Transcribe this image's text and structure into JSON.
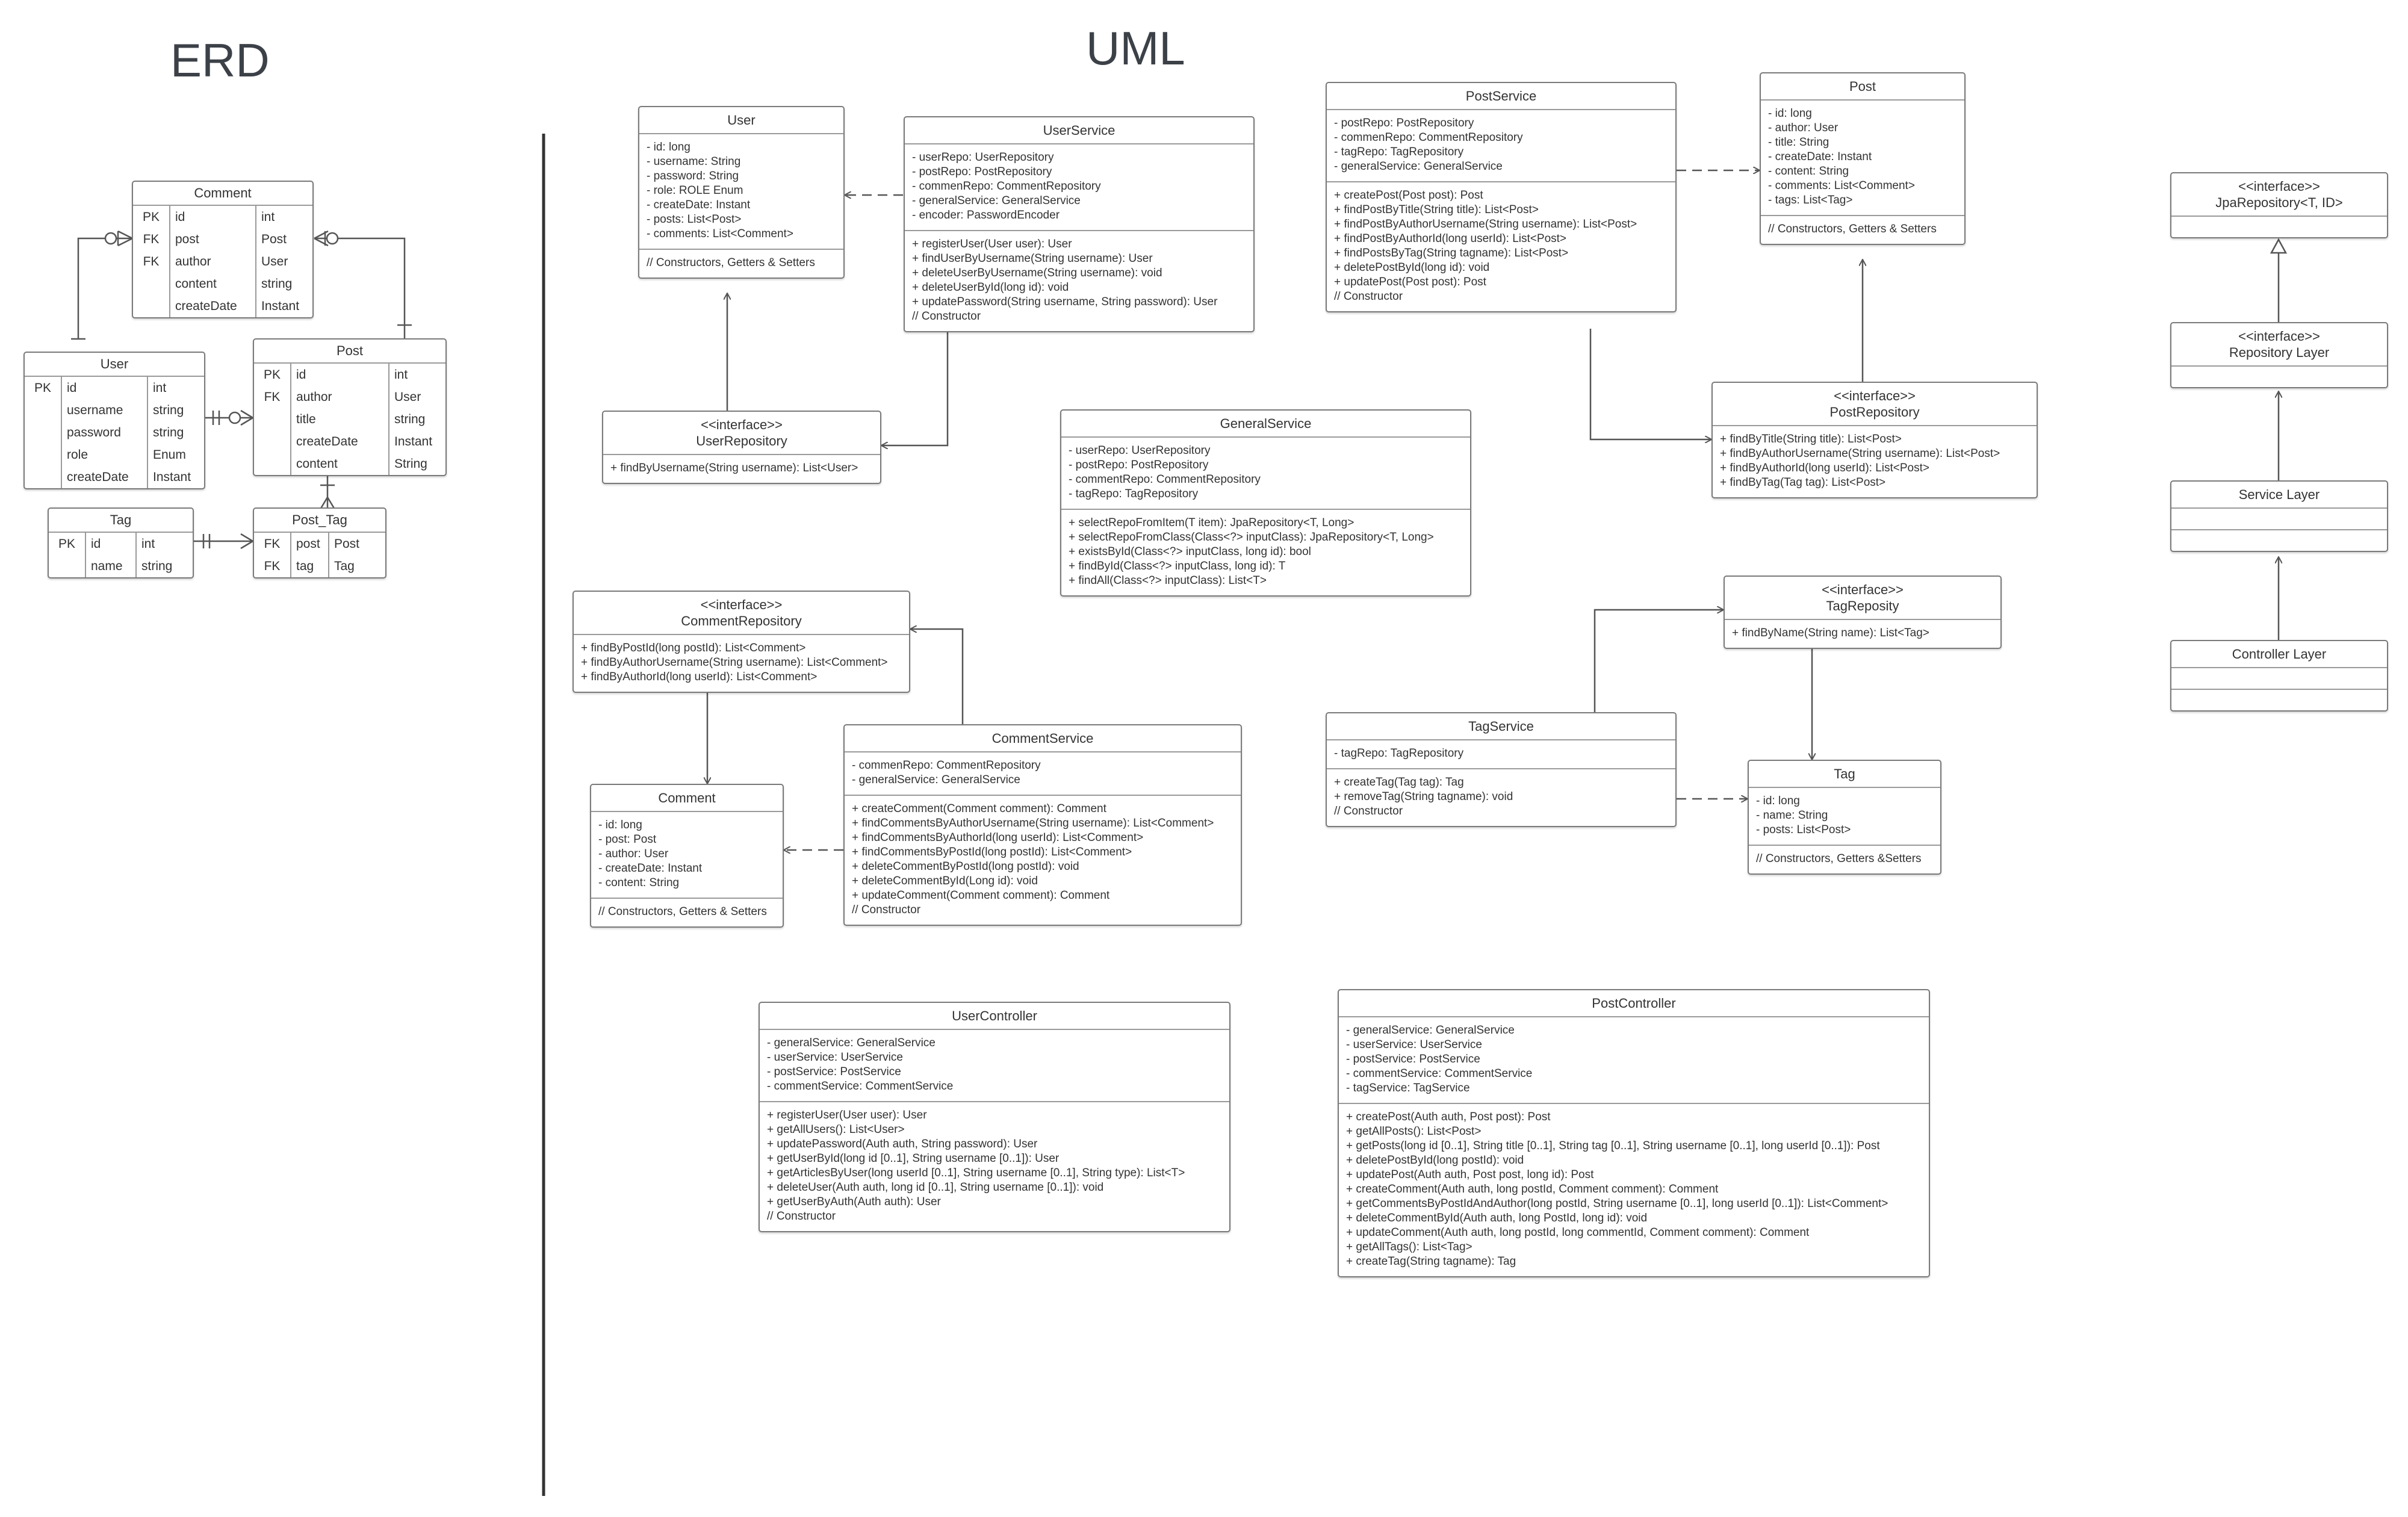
{
  "titles": {
    "erd": "ERD",
    "uml": "UML"
  },
  "colors": {
    "line": "#555555",
    "border": "#7a7a7a",
    "title": "#3c4148"
  },
  "erd": {
    "comment": {
      "name": "Comment",
      "rows": [
        {
          "k": "PK",
          "n": "id",
          "t": "int"
        },
        {
          "k": "FK",
          "n": "post",
          "t": "Post"
        },
        {
          "k": "FK",
          "n": "author",
          "t": "User"
        },
        {
          "k": "",
          "n": "content",
          "t": "string"
        },
        {
          "k": "",
          "n": "createDate",
          "t": "Instant"
        }
      ]
    },
    "user": {
      "name": "User",
      "rows": [
        {
          "k": "PK",
          "n": "id",
          "t": "int"
        },
        {
          "k": "",
          "n": "username",
          "t": "string"
        },
        {
          "k": "",
          "n": "password",
          "t": "string"
        },
        {
          "k": "",
          "n": "role",
          "t": "Enum"
        },
        {
          "k": "",
          "n": "createDate",
          "t": "Instant"
        }
      ]
    },
    "post": {
      "name": "Post",
      "rows": [
        {
          "k": "PK",
          "n": "id",
          "t": "int"
        },
        {
          "k": "FK",
          "n": "author",
          "t": "User"
        },
        {
          "k": "",
          "n": "title",
          "t": "string"
        },
        {
          "k": "",
          "n": "createDate",
          "t": "Instant"
        },
        {
          "k": "",
          "n": "content",
          "t": "String"
        }
      ]
    },
    "tag": {
      "name": "Tag",
      "rows": [
        {
          "k": "PK",
          "n": "id",
          "t": "int"
        },
        {
          "k": "",
          "n": "name",
          "t": "string"
        }
      ]
    },
    "post_tag": {
      "name": "Post_Tag",
      "rows": [
        {
          "k": "FK",
          "n": "post",
          "t": "Post"
        },
        {
          "k": "FK",
          "n": "tag",
          "t": "Tag"
        }
      ]
    }
  },
  "uml": {
    "user": {
      "title": [
        "User"
      ],
      "sections": [
        [
          "- id: long",
          "- username: String",
          "- password: String",
          "- role: ROLE Enum",
          "- createDate: Instant",
          "- posts: List<Post>",
          "- comments: List<Comment>"
        ],
        [
          "// Constructors, Getters & Setters"
        ]
      ]
    },
    "user_service": {
      "title": [
        "UserService"
      ],
      "sections": [
        [
          "- userRepo: UserRepository",
          "- postRepo: PostRepository",
          "- commenRepo: CommentRepository",
          "- generalService: GeneralService",
          "- encoder: PasswordEncoder"
        ],
        [
          "+ registerUser(User user): User",
          "+ findUserByUsername(String username): User",
          "+ deleteUserByUsername(String username): void",
          "+ deleteUserById(long id): void",
          "+ updatePassword(String username, String password): User",
          "// Constructor"
        ]
      ]
    },
    "user_repository": {
      "title": [
        "<<interface>>",
        "UserRepository"
      ],
      "sections": [
        [
          "+ findByUsername(String username): List<User>"
        ]
      ]
    },
    "post_service": {
      "title": [
        "PostService"
      ],
      "sections": [
        [
          "- postRepo: PostRepository",
          "- commenRepo: CommentRepository",
          "- tagRepo: TagRepository",
          "- generalService: GeneralService"
        ],
        [
          "+ createPost(Post post): Post",
          "+ findPostByTitle(String title): List<Post>",
          "+ findPostByAuthorUsername(String username): List<Post>",
          "+ findPostByAuthorId(long userId): List<Post>",
          "+ findPostsByTag(String tagname): List<Post>",
          "+ deletePostById(long id): void",
          "+ updatePost(Post post): Post",
          "// Constructor"
        ]
      ]
    },
    "post": {
      "title": [
        "Post"
      ],
      "sections": [
        [
          "- id: long",
          "- author: User",
          "- title: String",
          "- createDate: Instant",
          "- content: String",
          "- comments: List<Comment>",
          "- tags: List<Tag>"
        ],
        [
          "// Constructors, Getters & Setters"
        ]
      ]
    },
    "post_repository": {
      "title": [
        "<<interface>>",
        "PostRepository"
      ],
      "sections": [
        [
          "+ findByTitle(String title): List<Post>",
          "+ findByAuthorUsername(String username): List<Post>",
          "+ findByAuthorId(long userId): List<Post>",
          "+ findByTag(Tag tag): List<Post>"
        ]
      ]
    },
    "general_service": {
      "title": [
        "GeneralService"
      ],
      "sections": [
        [
          "- userRepo: UserRepository",
          "- postRepo: PostRepository",
          "- commentRepo: CommentRepository",
          "- tagRepo: TagRepository"
        ],
        [
          "+ selectRepoFromItem(T item): JpaRepository<T, Long>",
          "+ selectRepoFromClass(Class<?> inputClass): JpaRepository<T, Long>",
          "+ existsById(Class<?> inputClass, long id): bool",
          "+ findById(Class<?> inputClass, long id): T",
          "+ findAll(Class<?> inputClass): List<T>"
        ]
      ]
    },
    "comment_repository": {
      "title": [
        "<<interface>>",
        "CommentRepository"
      ],
      "sections": [
        [
          "+ findByPostId(long postId): List<Comment>",
          "+ findByAuthorUsername(String username): List<Comment>",
          "+ findByAuthorId(long userId): List<Comment>"
        ]
      ]
    },
    "comment": {
      "title": [
        "Comment"
      ],
      "sections": [
        [
          "- id: long",
          "- post: Post",
          "- author: User",
          "- createDate: Instant",
          "- content: String"
        ],
        [
          "// Constructors, Getters & Setters"
        ]
      ]
    },
    "comment_service": {
      "title": [
        "CommentService"
      ],
      "sections": [
        [
          "- commenRepo: CommentRepository",
          "- generalService: GeneralService"
        ],
        [
          "+ createComment(Comment comment): Comment",
          "+ findCommentsByAuthorUsername(String username): List<Comment>",
          "+ findCommentsByAuthorId(long userId): List<Comment>",
          "+ findCommentsByPostId(long postId): List<Comment>",
          "+ deleteCommentByPostId(long postId): void",
          "+ deleteCommentById(Long id): void",
          "+ updateComment(Comment comment): Comment",
          "// Constructor"
        ]
      ]
    },
    "tag_repository": {
      "title": [
        "<<interface>>",
        "TagReposity"
      ],
      "sections": [
        [
          "+ findByName(String name): List<Tag>"
        ]
      ]
    },
    "tag_service": {
      "title": [
        "TagService"
      ],
      "sections": [
        [
          "- tagRepo: TagRepository"
        ],
        [
          "+ createTag(Tag tag): Tag",
          "+ removeTag(String tagname): void",
          "// Constructor"
        ]
      ]
    },
    "tag": {
      "title": [
        "Tag"
      ],
      "sections": [
        [
          "- id: long",
          "- name: String",
          "- posts: List<Post>"
        ],
        [
          "// Constructors, Getters &Setters"
        ]
      ]
    },
    "user_controller": {
      "title": [
        "UserController"
      ],
      "sections": [
        [
          "- generalService: GeneralService",
          "- userService: UserService",
          "- postService: PostService",
          "- commentService: CommentService"
        ],
        [
          "+ registerUser(User user): User",
          "+ getAllUsers(): List<User>",
          "+ updatePassword(Auth auth, String password): User",
          "+ getUserById(long id [0..1], String username [0..1]): User",
          "+ getArticlesByUser(long userId [0..1], String username [0..1], String type): List<T>",
          "+ deleteUser(Auth auth, long id [0..1], String username [0..1]): void",
          "+ getUserByAuth(Auth auth): User",
          "// Constructor"
        ]
      ]
    },
    "post_controller": {
      "title": [
        "PostController"
      ],
      "sections": [
        [
          "- generalService: GeneralService",
          "- userService: UserService",
          "- postService: PostService",
          "- commentService: CommentService",
          "- tagService: TagService"
        ],
        [
          "+ createPost(Auth auth, Post post): Post",
          "+ getAllPosts(): List<Post>",
          "+ getPosts(long id [0..1], String title [0..1], String tag [0..1], String username [0..1], long userId [0..1]): Post",
          "+ deletePostById(long postId): void",
          "+ updatePost(Auth auth, Post post, long id): Post",
          "+ createComment(Auth auth, long postId, Comment comment): Comment",
          "+ getCommentsByPostIdAndAuthor(long postId, String username [0..1], long userId [0..1]): List<Comment>",
          "+ deleteCommentById(Auth auth, long PostId, long id): void",
          "+ updateComment(Auth auth, long postId, long commentId, Comment comment): Comment",
          "+ getAllTags(): List<Tag>",
          "+ createTag(String tagname): Tag"
        ]
      ]
    },
    "jpa_repository": {
      "title": [
        "<<interface>>",
        "JpaRepository<T, ID>"
      ],
      "sections": [
        []
      ]
    },
    "repository_layer": {
      "title": [
        "<<interface>>",
        "Repository Layer"
      ],
      "sections": [
        []
      ]
    },
    "service_layer": {
      "title": [
        "Service Layer"
      ],
      "sections": [
        [],
        []
      ]
    },
    "controller_layer": {
      "title": [
        "Controller Layer"
      ],
      "sections": [
        [],
        []
      ]
    }
  }
}
